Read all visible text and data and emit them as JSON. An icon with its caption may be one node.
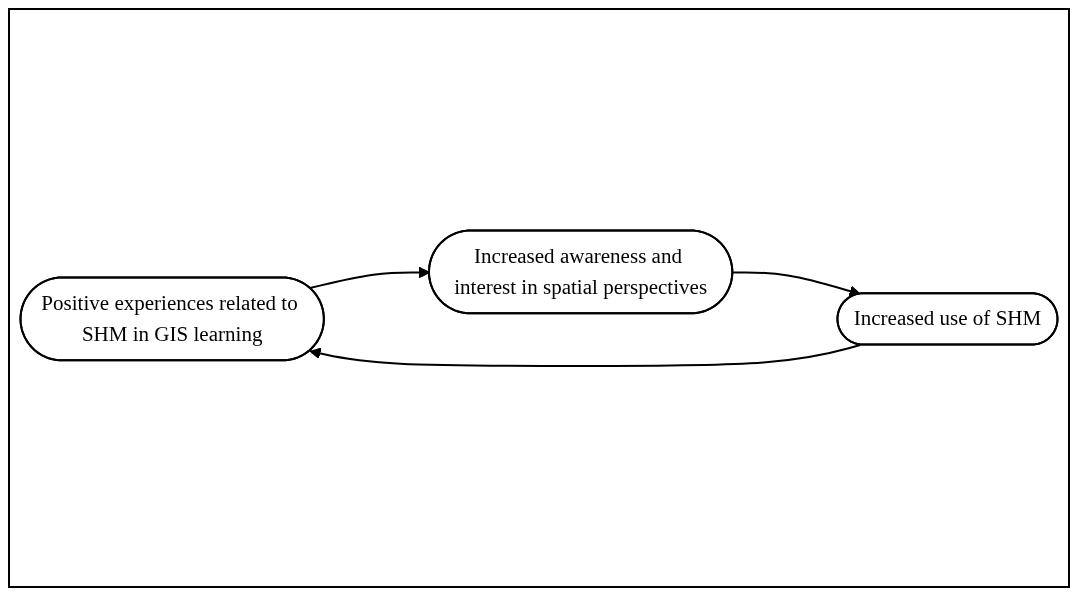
{
  "diagram": {
    "nodes": [
      {
        "text": [
          "Positive experiences related to SHM in GIS learning"
        ]
      },
      {
        "text": [
          "Increased awareness and interest in spatial perspectives"
        ]
      },
      {
        "text": [
          "Increased use of SHM"
        ]
      }
    ],
    "edges": [
      {
        "from": 0,
        "to": 1,
        "arrow": "to"
      },
      {
        "from": 1,
        "to": 2,
        "arrow": "to"
      },
      {
        "from": 2,
        "to": 0,
        "arrow": "to"
      }
    ]
  }
}
